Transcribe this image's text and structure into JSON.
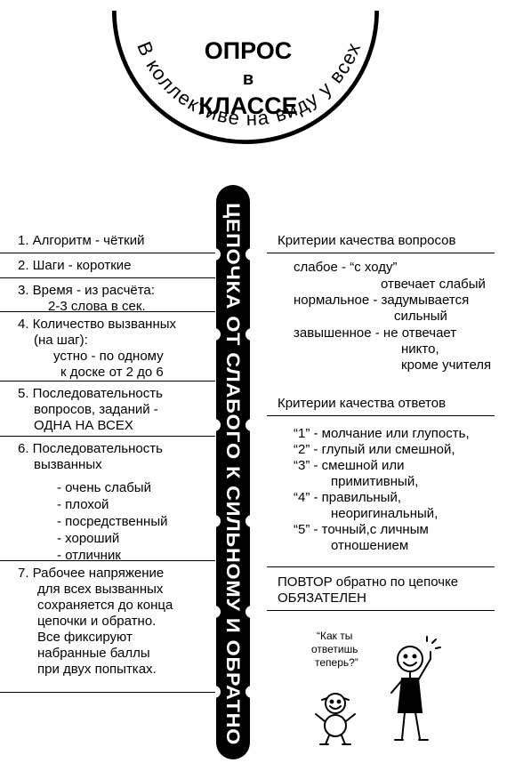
{
  "header": {
    "title_line1": "ОПРОС",
    "title_line2": "в",
    "title_line3": "КЛАССЕ",
    "arc_text": "В коллективе на виду у всех"
  },
  "spine": {
    "text": "ЦЕПОЧКА ОТ СЛАБОГО К СИЛЬНОМУ И ОБРАТНО"
  },
  "left": {
    "items": [
      {
        "lines": [
          "1. Алгоритм - чёткий"
        ]
      },
      {
        "lines": [
          "2. Шаги  - короткие"
        ]
      },
      {
        "lines": [
          "3. Время - из расчёта:",
          "2-3  слова в сек."
        ]
      },
      {
        "lines": [
          "4. Количество вызванных",
          "(на шаг):",
          "устно - по одному",
          "к доске от 2 до 6"
        ]
      },
      {
        "lines": [
          "5. Последовательность",
          "вопросов, заданий -",
          "ОДНА НА ВСЕХ"
        ]
      },
      {
        "lines": [
          "6. Последовательность",
          "вызванных",
          "- очень слабый",
          "- плохой",
          "- посредственный",
          "- хороший",
          "- отличник"
        ]
      },
      {
        "lines": [
          "7. Рабочее напряжение",
          "для всех вызванных",
          "сохраняется до конца",
          "цепочки  и  обратно.",
          "Все фиксируют",
          "набранные баллы",
          "при  двух попытках."
        ]
      }
    ]
  },
  "right": {
    "questions_header": "Критерии  качества вопросов",
    "questions": [
      {
        "label": "слабое - “с  ходу”",
        "cont": "отвечает слабый"
      },
      {
        "label": "нормальное - задумывается",
        "cont": "сильный"
      },
      {
        "label": "завышенное - не отвечает",
        "cont": "никто,"
      },
      {
        "label": "",
        "cont": "кроме учителя"
      }
    ],
    "answers_header": "Критерии  качества ответов",
    "answers": [
      "“1” - молчание или  глупость,",
      "“2” - глупый или  смешной,",
      "“3”  - смешной или",
      "примитивный,",
      "“4” - правильный,",
      "неоригинальный,",
      "“5”  - точный,с  личным",
      "отношением"
    ],
    "repeat_line1": "ПОВТОР обратно по цепочке",
    "repeat_line2": "ОБЯЗАТЕЛЕН",
    "speech": {
      "line1": "“Как ты",
      "line2": "ответишь",
      "line3": "теперь?”"
    }
  }
}
